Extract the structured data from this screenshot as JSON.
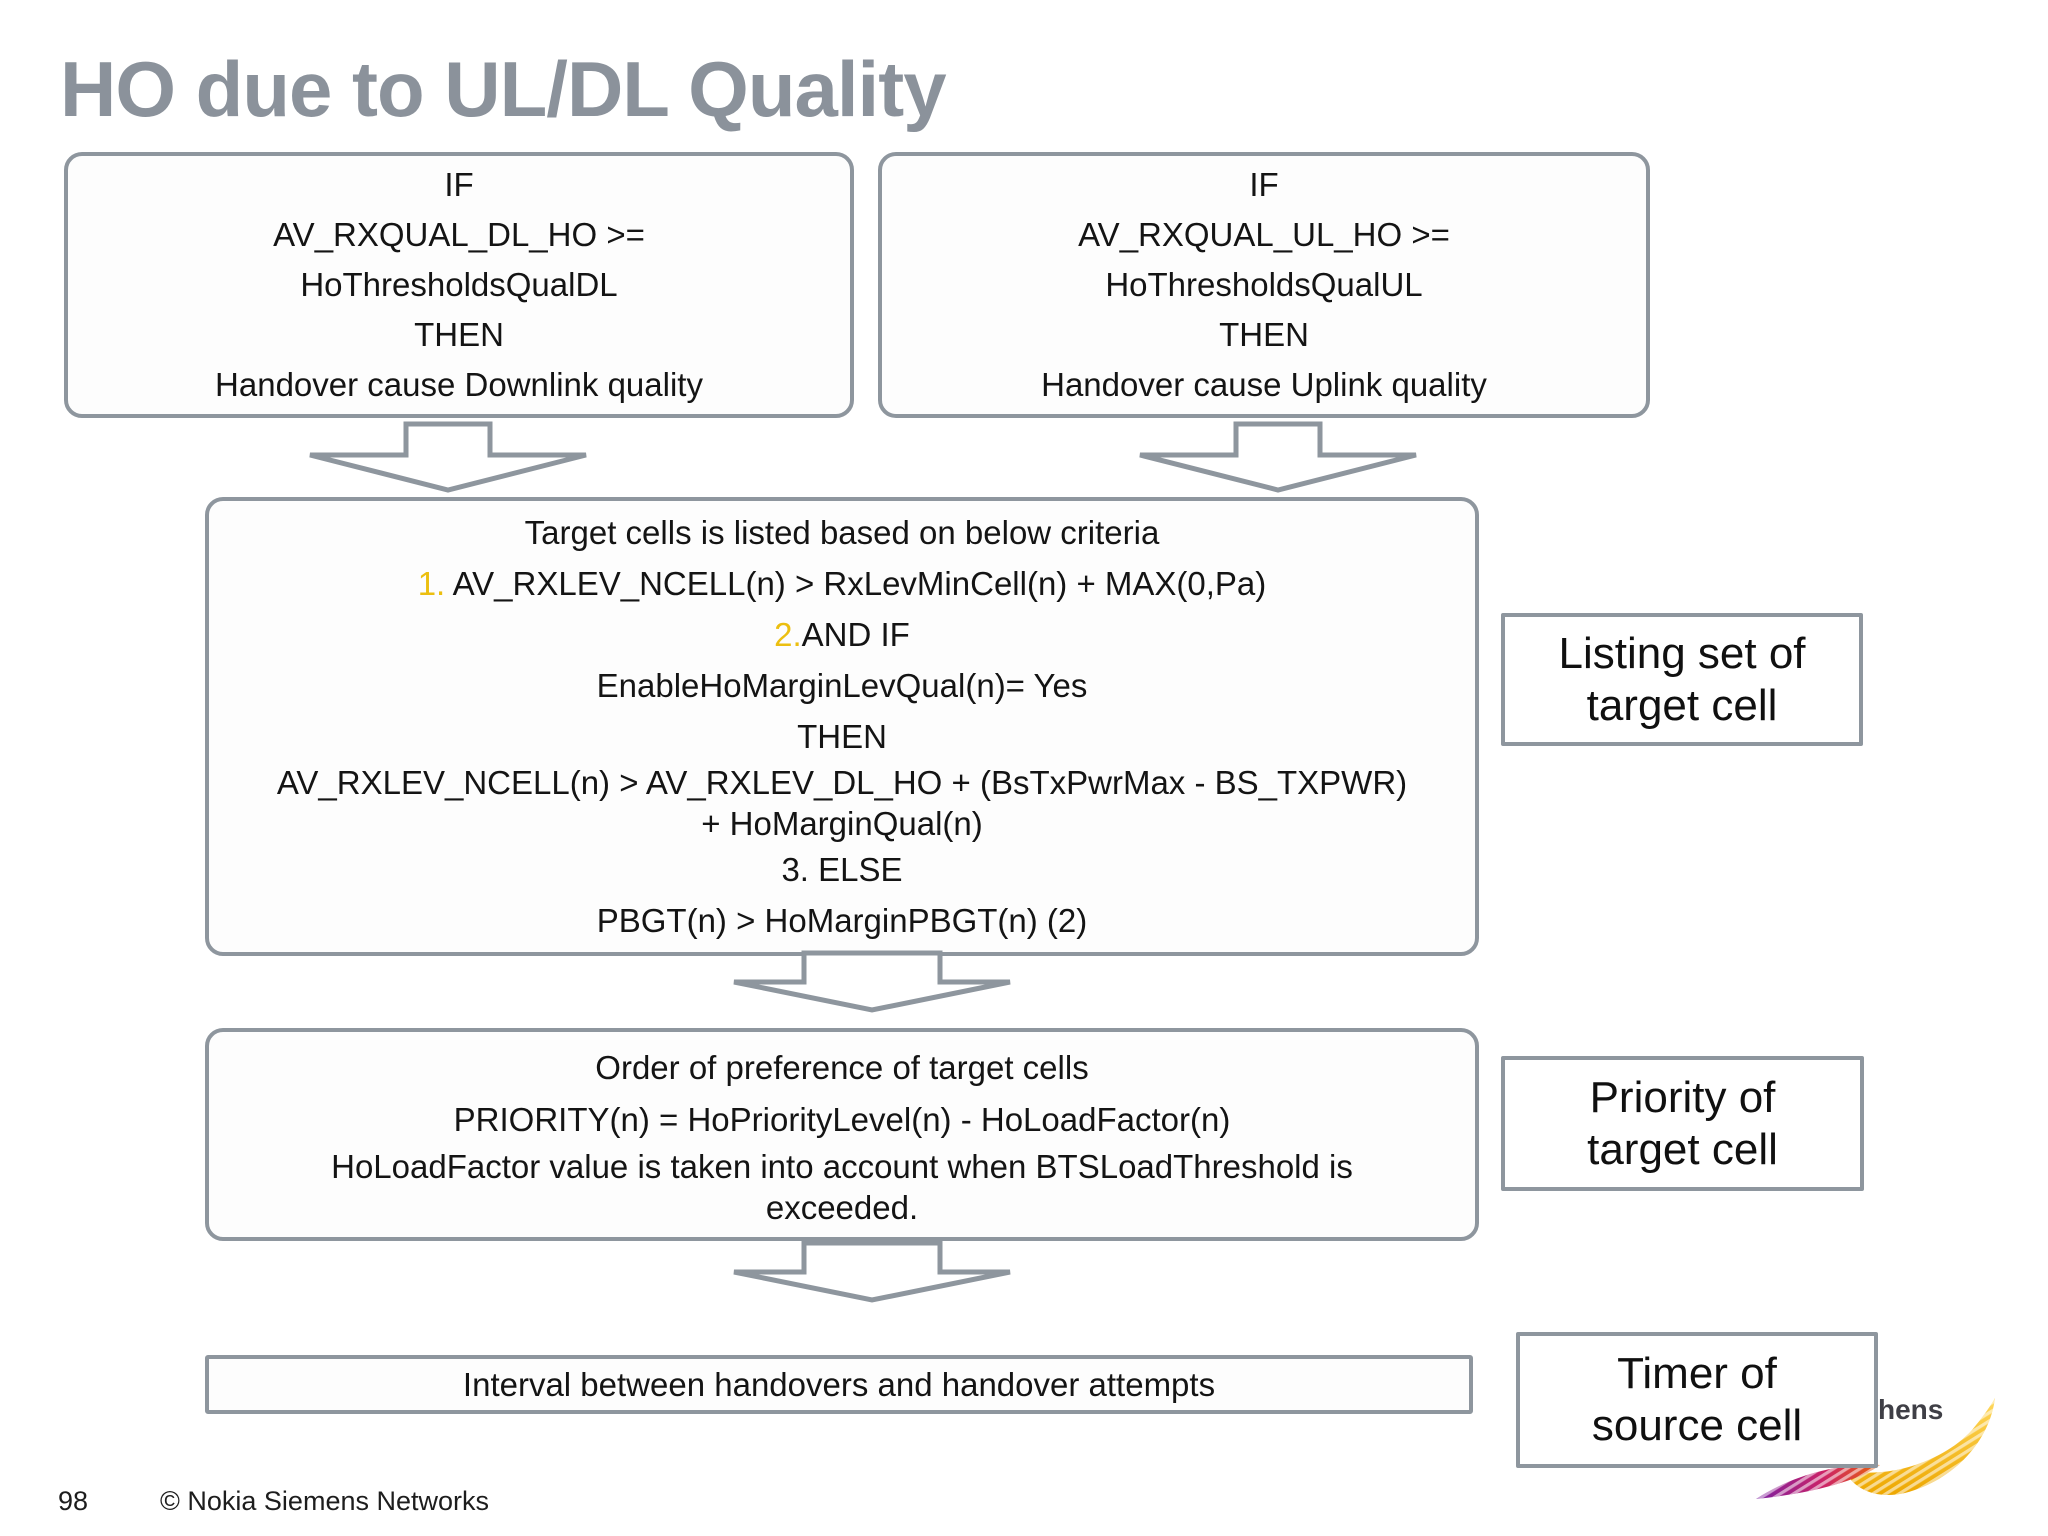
{
  "slide": {
    "title": "HO due to UL/DL Quality",
    "page_number": "98",
    "copyright": "© Nokia Siemens Networks",
    "logo_text_fragment": "hens"
  },
  "colors": {
    "title_gray": "#8b929b",
    "box_border_gray": "#8e969e",
    "list_number_yellow": "#ecbf10",
    "text_black": "#141414",
    "logo_gold": "#f0b400",
    "logo_purple": "#7b1fa2",
    "logo_orange": "#e8640a"
  },
  "dl_condition_box": {
    "lines": [
      "IF",
      "AV_RXQUAL_DL_HO >=",
      "HoThresholdsQualDL",
      "THEN",
      "Handover cause Downlink quality"
    ]
  },
  "ul_condition_box": {
    "lines": [
      "IF",
      "AV_RXQUAL_UL_HO >=",
      "HoThresholdsQualUL",
      "THEN",
      "Handover cause Uplink quality"
    ]
  },
  "listing_box": {
    "header": "Target cells is listed based on below criteria",
    "item1_num": "1.",
    "item1_text": " AV_RXLEV_NCELL(n) > RxLevMinCell(n) + MAX(0,Pa)",
    "item2_num": "2.",
    "item2_text": "AND IF",
    "condition": "EnableHoMarginLevQual(n)= Yes",
    "then": "THEN",
    "formula": [
      "AV_RXLEV_NCELL(n) > AV_RXLEV_DL_HO + (BsTxPwrMax - BS_TXPWR)",
      "+ HoMarginQual(n)"
    ],
    "item3": "3. ELSE",
    "else_rule": "PBGT(n) > HoMarginPBGT(n) (2)"
  },
  "priority_box": {
    "header": "Order of preference of target cells",
    "formula": "PRIORITY(n) = HoPriorityLevel(n) - HoLoadFactor(n)",
    "note": [
      "HoLoadFactor value is taken into account when BTSLoadThreshold is",
      "exceeded."
    ]
  },
  "interval_box": {
    "text": "Interval between handovers and handover attempts"
  },
  "side_labels": {
    "listing": [
      "Listing set of",
      "target cell"
    ],
    "priority": [
      "Priority of",
      "target cell"
    ],
    "timer": [
      "Timer of",
      "source cell"
    ]
  }
}
